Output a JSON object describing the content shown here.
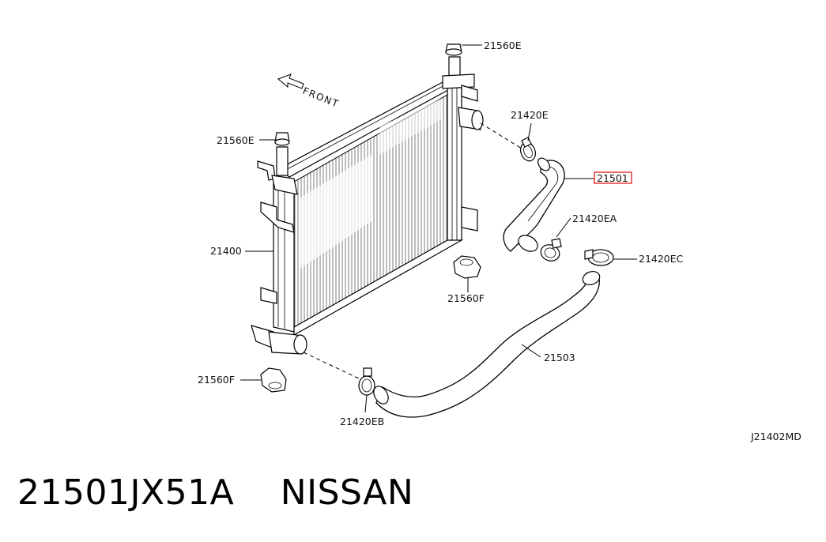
{
  "diagram": {
    "front_label": "FRONT",
    "drawing_code": "J21402MD",
    "highlight_color": "#e0201c",
    "part_labels": {
      "cap_top_right": "21560E",
      "cap_top_left": "21560E",
      "clamp_upper": "21420E",
      "upper_hose": "21501",
      "clamp_upper_lower": "21420EA",
      "clamp_lower_right": "21420EC",
      "radiator": "21400",
      "mount_right": "21560F",
      "lower_hose": "21503",
      "mount_left": "21560F",
      "clamp_lower_left": "21420EB"
    }
  },
  "caption": {
    "part_number": "21501JX51A",
    "brand": "NISSAN"
  }
}
